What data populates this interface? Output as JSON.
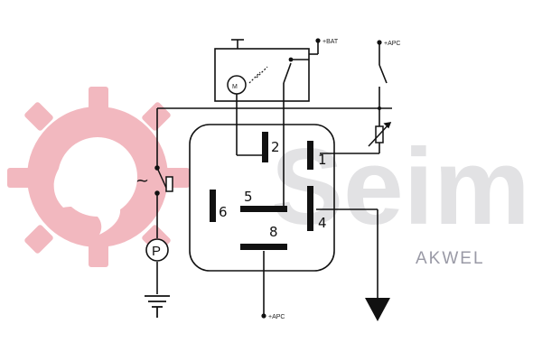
{
  "labels": {
    "bat": "+BAT",
    "apc_top": "+APC",
    "apc_bottom": "+APC"
  },
  "pins": {
    "p1": "1",
    "p2": "2",
    "p4": "4",
    "p5": "5",
    "p6": "6",
    "p8": "8"
  },
  "symbols": {
    "pressure": "P",
    "tilde": "~"
  },
  "brand": {
    "name": "AKWEL",
    "logo_text": "Seim"
  },
  "colors": {
    "line": "#111111",
    "logo_pink": "#f2b8bf",
    "logo_gray": "#d9d9dc",
    "brand_gray": "#9a9aa6"
  }
}
